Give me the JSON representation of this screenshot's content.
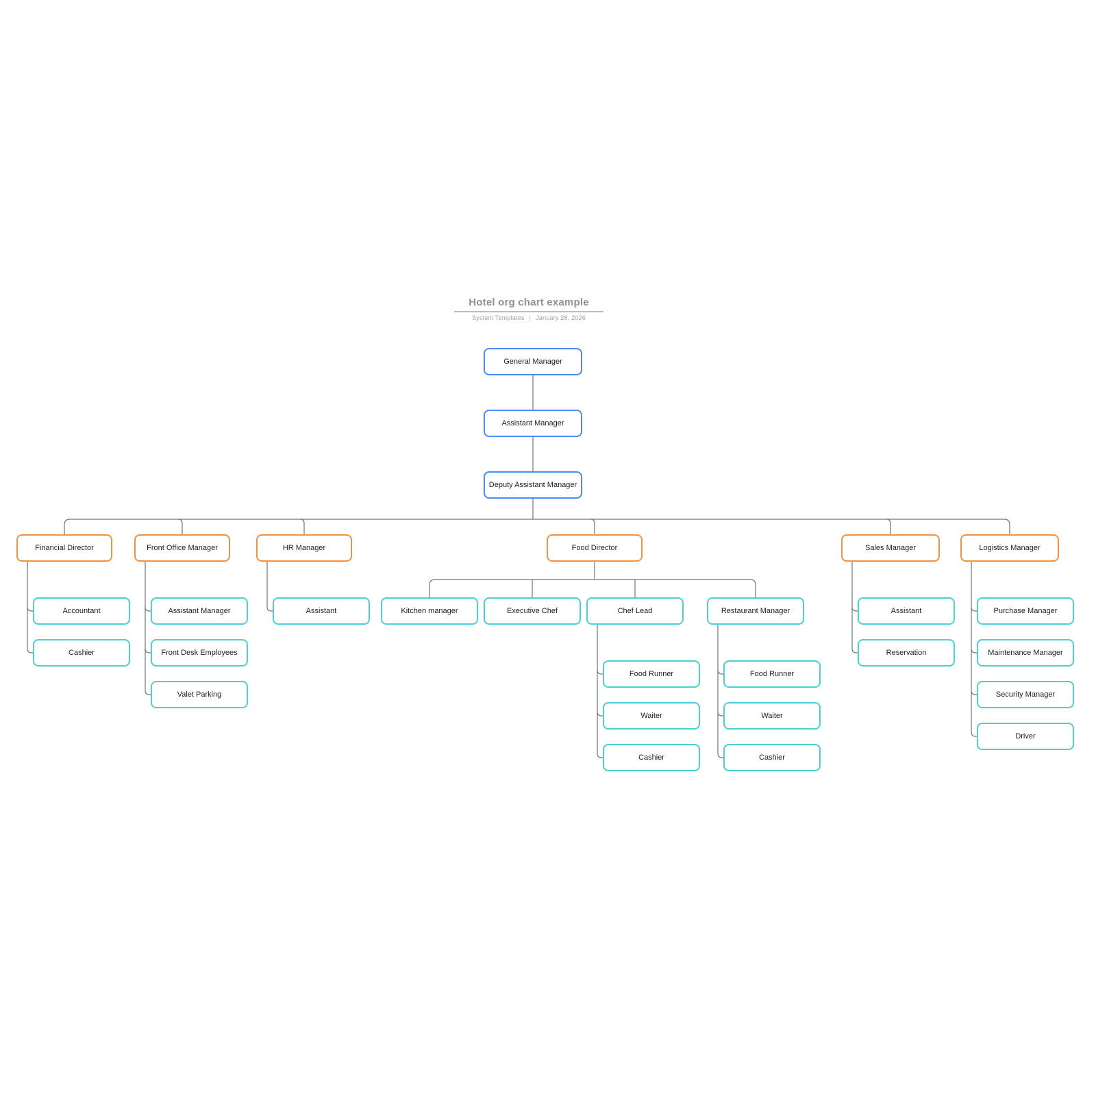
{
  "header": {
    "title": "Hotel org chart example",
    "byline": "System Templates",
    "separator": "|",
    "date": "January 28, 2026"
  },
  "colors": {
    "executive": "#4a8cf4",
    "department": "#f5923f",
    "staff": "#4ad1d1",
    "connector": "#6f767d",
    "title_text": "#8b9299",
    "byline_text": "#9aa1a8"
  },
  "org": {
    "nodes": [
      {
        "id": "general-manager",
        "label": "General Manager",
        "tier": "executive",
        "parent": null
      },
      {
        "id": "assistant-manager",
        "label": "Assistant Manager",
        "tier": "executive",
        "parent": "general-manager"
      },
      {
        "id": "deputy-assistant-manager",
        "label": "Deputy Assistant Manager",
        "tier": "executive",
        "parent": "assistant-manager"
      },
      {
        "id": "financial-director",
        "label": "Financial Director",
        "tier": "department",
        "parent": "deputy-assistant-manager"
      },
      {
        "id": "front-office-manager",
        "label": "Front Office Manager",
        "tier": "department",
        "parent": "deputy-assistant-manager"
      },
      {
        "id": "hr-manager",
        "label": "HR Manager",
        "tier": "department",
        "parent": "deputy-assistant-manager"
      },
      {
        "id": "food-director",
        "label": "Food Director",
        "tier": "department",
        "parent": "deputy-assistant-manager"
      },
      {
        "id": "sales-manager",
        "label": "Sales Manager",
        "tier": "department",
        "parent": "deputy-assistant-manager"
      },
      {
        "id": "logistics-manager",
        "label": "Logistics Manager",
        "tier": "department",
        "parent": "deputy-assistant-manager"
      },
      {
        "id": "accountant",
        "label": "Accountant",
        "tier": "staff",
        "parent": "financial-director"
      },
      {
        "id": "financial-cashier",
        "label": "Cashier",
        "tier": "staff",
        "parent": "financial-director"
      },
      {
        "id": "front-office-assistant-manager",
        "label": "Assistant Manager",
        "tier": "staff",
        "parent": "front-office-manager"
      },
      {
        "id": "front-desk-employees",
        "label": "Front Desk Employees",
        "tier": "staff",
        "parent": "front-office-manager"
      },
      {
        "id": "valet-parking",
        "label": "Valet Parking",
        "tier": "staff",
        "parent": "front-office-manager"
      },
      {
        "id": "hr-assistant",
        "label": "Assistant",
        "tier": "staff",
        "parent": "hr-manager"
      },
      {
        "id": "kitchen-manager",
        "label": "Kitchen manager",
        "tier": "staff",
        "parent": "food-director"
      },
      {
        "id": "executive-chef",
        "label": "Executive Chef",
        "tier": "staff",
        "parent": "food-director"
      },
      {
        "id": "chef-lead",
        "label": "Chef Lead",
        "tier": "staff",
        "parent": "food-director"
      },
      {
        "id": "restaurant-manager",
        "label": "Restaurant Manager",
        "tier": "staff",
        "parent": "food-director"
      },
      {
        "id": "chef-food-runner",
        "label": "Food Runner",
        "tier": "staff",
        "parent": "chef-lead"
      },
      {
        "id": "chef-waiter",
        "label": "Waiter",
        "tier": "staff",
        "parent": "chef-lead"
      },
      {
        "id": "chef-cashier",
        "label": "Cashier",
        "tier": "staff",
        "parent": "chef-lead"
      },
      {
        "id": "restaurant-food-runner",
        "label": "Food Runner",
        "tier": "staff",
        "parent": "restaurant-manager"
      },
      {
        "id": "restaurant-waiter",
        "label": "Waiter",
        "tier": "staff",
        "parent": "restaurant-manager"
      },
      {
        "id": "restaurant-cashier",
        "label": "Cashier",
        "tier": "staff",
        "parent": "restaurant-manager"
      },
      {
        "id": "sales-assistant",
        "label": "Assistant",
        "tier": "staff",
        "parent": "sales-manager"
      },
      {
        "id": "reservation",
        "label": "Reservation",
        "tier": "staff",
        "parent": "sales-manager"
      },
      {
        "id": "purchase-manager",
        "label": "Purchase Manager",
        "tier": "staff",
        "parent": "logistics-manager"
      },
      {
        "id": "maintenance-manager",
        "label": "Maintenance Manager",
        "tier": "staff",
        "parent": "logistics-manager"
      },
      {
        "id": "security-manager",
        "label": "Security Manager",
        "tier": "staff",
        "parent": "logistics-manager"
      },
      {
        "id": "driver",
        "label": "Driver",
        "tier": "staff",
        "parent": "logistics-manager"
      }
    ]
  }
}
